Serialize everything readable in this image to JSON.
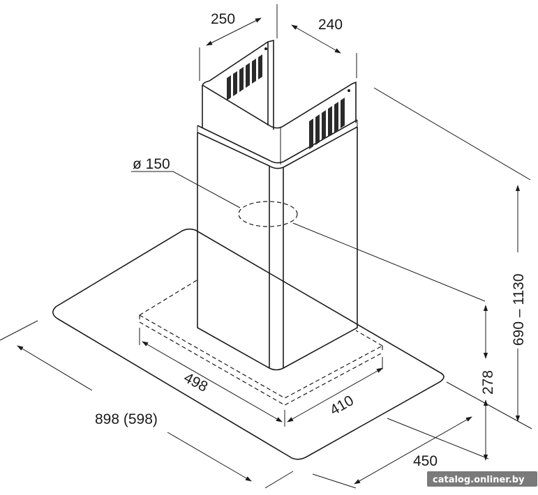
{
  "dimensions": {
    "chimney_width": "250",
    "chimney_depth": "240",
    "duct_diameter": "ø 150",
    "total_height": "690 – 1130",
    "canopy_height": "278",
    "canopy_depth": "450",
    "canopy_width": "898 (598)",
    "filter_width": "498",
    "filter_depth": "410"
  },
  "watermark": "catalog.onliner.by",
  "colors": {
    "line": "#1a1a1a",
    "background": "#ffffff",
    "watermark_bg": "#7a7a7a"
  }
}
